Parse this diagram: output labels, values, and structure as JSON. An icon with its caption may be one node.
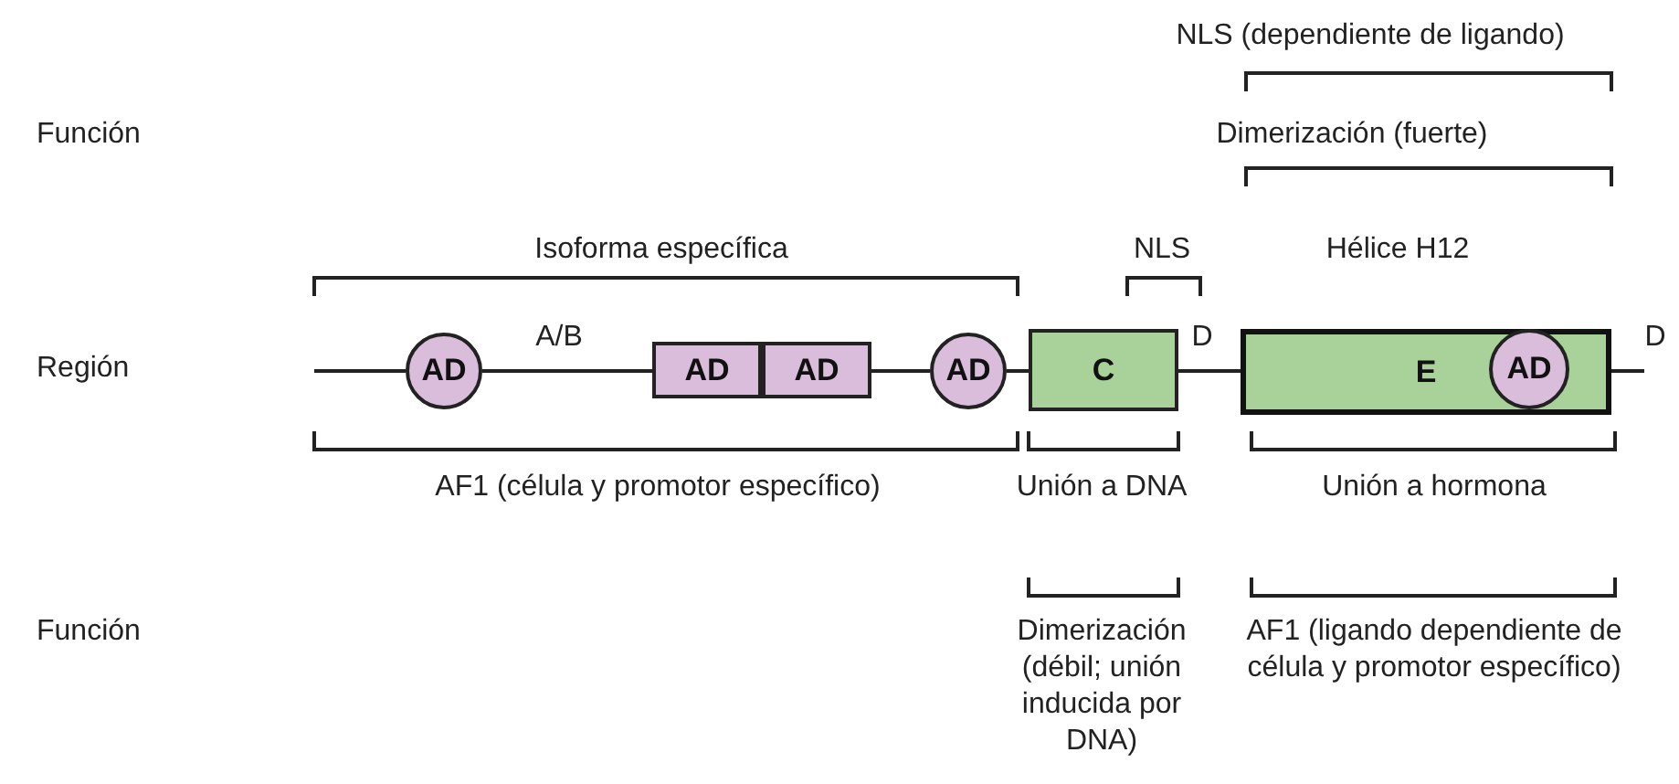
{
  "diagram": {
    "nodes": [
      {
        "text": [
          "AD"
        ]
      },
      {
        "text": [
          "AD"
        ]
      },
      {
        "text": [
          "AD"
        ]
      },
      {
        "text": [
          "AD"
        ]
      },
      {
        "text": [
          "C"
        ]
      },
      {
        "text": [
          "E"
        ]
      },
      {
        "text": [
          "AD"
        ],
        "in": 5
      }
    ],
    "edges": [
      {
        "from": 0,
        "to": 1,
        "arrow": "none"
      },
      {
        "from": 2,
        "to": 3,
        "arrow": "none"
      },
      {
        "from": 3,
        "to": 4,
        "arrow": "none"
      },
      {
        "from": 4,
        "to": 5,
        "arrow": "none"
      }
    ],
    "labels": [
      "NLS (dependiente de ligando)",
      "Función",
      "Dimerización (fuerte)",
      "Isoforma específica",
      "NLS",
      "Hélice H12",
      "Región",
      "A/B",
      "D",
      "D",
      "AF1 (célula y promotor específico)",
      "Unión a DNA",
      "Unión a hormona",
      "Función",
      "Dimerización (débil; unión inducida por DNA)",
      "AF1 (ligando dependiente de célula y promotor específico)"
    ]
  }
}
